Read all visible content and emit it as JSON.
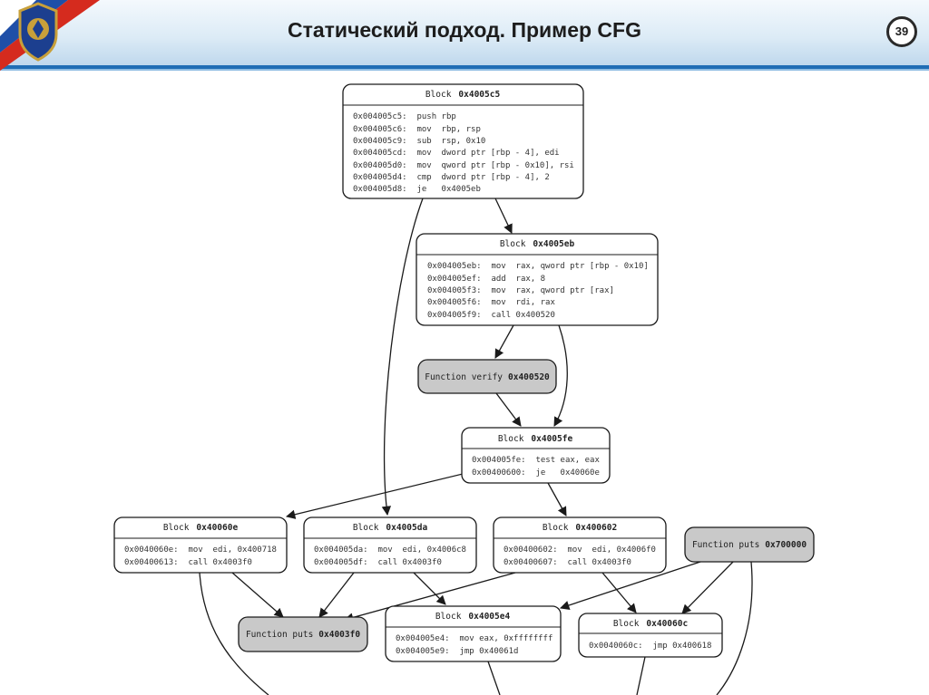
{
  "slide": {
    "title": "Статический подход. Пример CFG",
    "page_number": "39"
  },
  "colors": {
    "header_band": "#1f6db5",
    "function_node_fill": "#c9c9c9",
    "block_fill": "#ffffff",
    "edge": "#1a1a1a"
  },
  "icons": [
    "flag-emblem-icon"
  ],
  "cfg": {
    "blocks": {
      "b4005c5": {
        "label": "Block",
        "addr": "0x4005c5",
        "lines": [
          "0x004005c5:  push rbp",
          "0x004005c6:  mov  rbp, rsp",
          "0x004005c9:  sub  rsp, 0x10",
          "0x004005cd:  mov  dword ptr [rbp - 4], edi",
          "0x004005d0:  mov  qword ptr [rbp - 0x10], rsi",
          "0x004005d4:  cmp  dword ptr [rbp - 4], 2",
          "0x004005d8:  je   0x4005eb"
        ]
      },
      "b4005eb": {
        "label": "Block",
        "addr": "0x4005eb",
        "lines": [
          "0x004005eb:  mov  rax, qword ptr [rbp - 0x10]",
          "0x004005ef:  add  rax, 8",
          "0x004005f3:  mov  rax, qword ptr [rax]",
          "0x004005f6:  mov  rdi, rax",
          "0x004005f9:  call 0x400520"
        ]
      },
      "b4005fe": {
        "label": "Block",
        "addr": "0x4005fe",
        "lines": [
          "0x004005fe:  test eax, eax",
          "0x00400600:  je   0x40060e"
        ]
      },
      "b40060e": {
        "label": "Block",
        "addr": "0x40060e",
        "lines": [
          "0x0040060e:  mov  edi, 0x400718",
          "0x00400613:  call 0x4003f0"
        ]
      },
      "b4005da": {
        "label": "Block",
        "addr": "0x4005da",
        "lines": [
          "0x004005da:  mov  edi, 0x4006c8",
          "0x004005df:  call 0x4003f0"
        ]
      },
      "b400602": {
        "label": "Block",
        "addr": "0x400602",
        "lines": [
          "0x00400602:  mov  edi, 0x4006f0",
          "0x00400607:  call 0x4003f0"
        ]
      },
      "b4005e4": {
        "label": "Block",
        "addr": "0x4005e4",
        "lines": [
          "0x004005e4:  mov eax, 0xffffffff",
          "0x004005e9:  jmp 0x40061d"
        ]
      },
      "b40060c": {
        "label": "Block",
        "addr": "0x40060c",
        "lines": [
          "0x0040060c:  jmp 0x400618"
        ]
      }
    },
    "functions": {
      "verify": {
        "label": "Function verify",
        "addr": "0x400520"
      },
      "puts1": {
        "label": "Function puts",
        "addr": "0x4003f0"
      },
      "puts2": {
        "label": "Function puts",
        "addr": "0x700000"
      }
    }
  }
}
